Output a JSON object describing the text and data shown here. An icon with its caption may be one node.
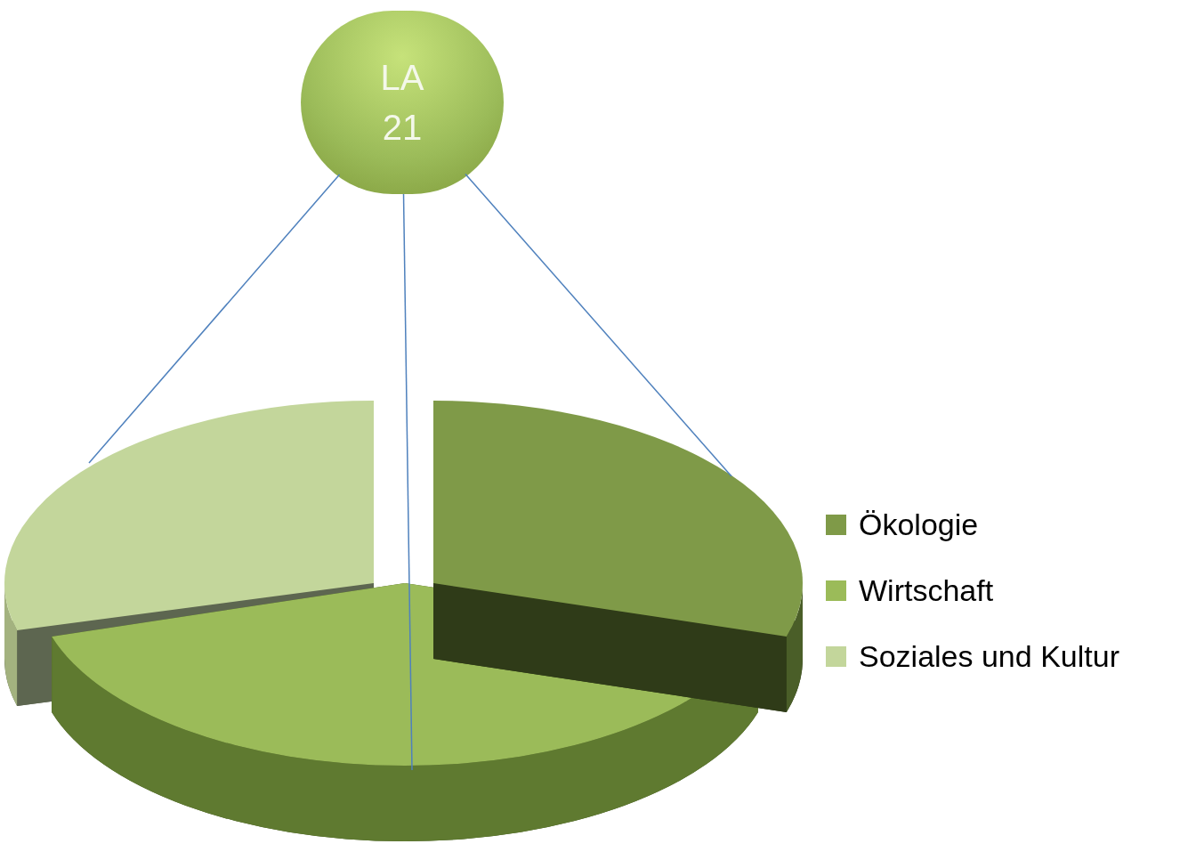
{
  "diagram": {
    "nodes": [
      {
        "text": [
          "LA 21"
        ]
      },
      {
        "text": [],
        "shape": "wedge"
      },
      {
        "text": [],
        "shape": "wedge"
      },
      {
        "text": [],
        "shape": "wedge"
      }
    ],
    "edges": [
      {
        "from": 0,
        "to": 1,
        "arrow": "none"
      },
      {
        "from": 0,
        "to": 2,
        "arrow": "none"
      },
      {
        "from": 0,
        "to": 3,
        "arrow": "none"
      }
    ],
    "legend": [
      {
        "text": "Ökologie",
        "color": "#7f9a48"
      },
      {
        "text": "Wirtschaft",
        "color": "#9bbb59"
      },
      {
        "text": "Soziales und Kultur",
        "color": "#c3d69b"
      }
    ]
  }
}
